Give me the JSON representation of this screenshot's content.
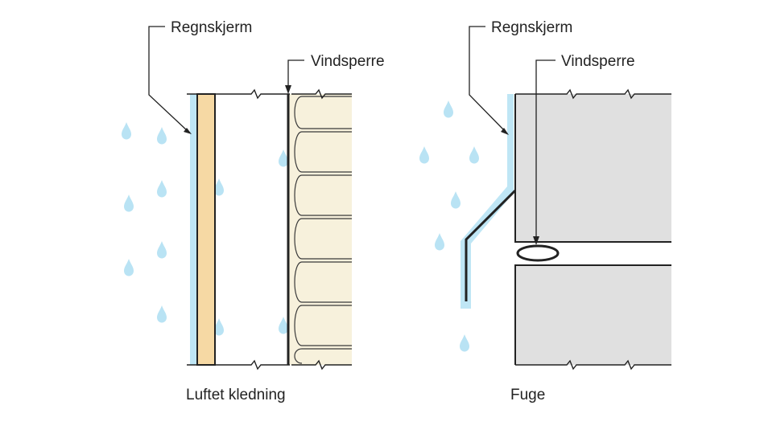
{
  "left_diagram": {
    "label_rain_screen": "Regnskjerm",
    "label_wind_barrier": "Vindsperre",
    "caption": "Luftet kledning"
  },
  "right_diagram": {
    "label_rain_screen": "Regnskjerm",
    "label_wind_barrier": "Vindsperre",
    "caption": "Fuge"
  },
  "colors": {
    "water": "#bfe6f5",
    "drop": "#b9e3f4",
    "cladding": "#f6d9a4",
    "insulation": "#f7f1dc",
    "concrete": "#e0e0e0",
    "line": "#222222"
  }
}
